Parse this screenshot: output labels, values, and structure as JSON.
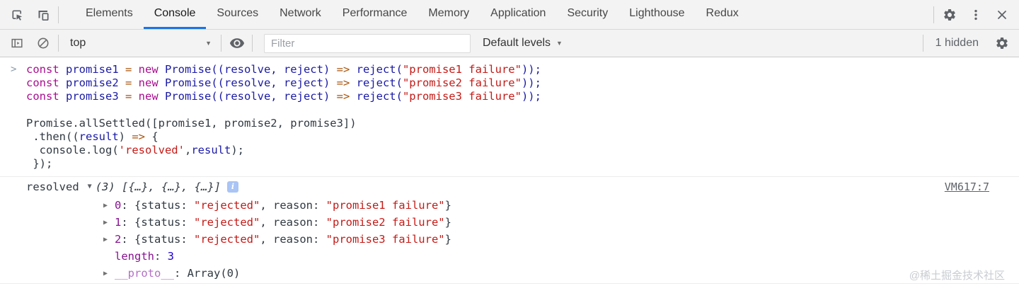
{
  "colors": {
    "accent_blue": "#1a73e8",
    "keyword": "#aa0d91",
    "variable": "#1a1aa6",
    "operator": "#a8550d",
    "string": "#c41a16",
    "plain": "#303942",
    "property": "#881391",
    "property_dim": "#b56fc7",
    "number": "#1c00cf",
    "info_badge_bg": "#a9c4f5",
    "toolbar_bg": "#f3f3f3",
    "icon_gray": "#5f6368"
  },
  "glyphs": {
    "prompt": ">",
    "caret_down": "▼",
    "caret_right": "▶",
    "dropdown_caret": "▼"
  },
  "tabbar": {
    "tabs": [
      "Elements",
      "Console",
      "Sources",
      "Network",
      "Performance",
      "Memory",
      "Application",
      "Security",
      "Lighthouse",
      "Redux"
    ],
    "active": "Console"
  },
  "toolbar": {
    "context_selector": "top",
    "filter_placeholder": "Filter",
    "levels_label": "Default levels",
    "hidden_label": "1 hidden"
  },
  "console": {
    "code_lines": [
      {
        "tokens": [
          {
            "c": "kw",
            "t": "const"
          },
          {
            "c": "var",
            "t": " promise1 "
          },
          {
            "c": "op",
            "t": "="
          },
          {
            "c": "kw",
            "t": " new"
          },
          {
            "c": "var",
            "t": " Promise((resolve, reject) "
          },
          {
            "c": "op",
            "t": "=>"
          },
          {
            "c": "var",
            "t": " reject("
          },
          {
            "c": "str",
            "t": "\"promise1 failure\""
          },
          {
            "c": "var",
            "t": "));"
          }
        ]
      },
      {
        "tokens": [
          {
            "c": "kw",
            "t": "const"
          },
          {
            "c": "var",
            "t": " promise2 "
          },
          {
            "c": "op",
            "t": "="
          },
          {
            "c": "kw",
            "t": " new"
          },
          {
            "c": "var",
            "t": " Promise((resolve, reject) "
          },
          {
            "c": "op",
            "t": "=>"
          },
          {
            "c": "var",
            "t": " reject("
          },
          {
            "c": "str",
            "t": "\"promise2 failure\""
          },
          {
            "c": "var",
            "t": "));"
          }
        ]
      },
      {
        "tokens": [
          {
            "c": "kw",
            "t": "const"
          },
          {
            "c": "var",
            "t": " promise3 "
          },
          {
            "c": "op",
            "t": "="
          },
          {
            "c": "kw",
            "t": " new"
          },
          {
            "c": "var",
            "t": " Promise((resolve, reject) "
          },
          {
            "c": "op",
            "t": "=>"
          },
          {
            "c": "var",
            "t": " reject("
          },
          {
            "c": "str",
            "t": "\"promise3 failure\""
          },
          {
            "c": "var",
            "t": "));"
          }
        ]
      },
      {
        "tokens": []
      },
      {
        "tokens": [
          {
            "c": "pl",
            "t": "Promise.allSettled([promise1, promise2, promise3])"
          }
        ]
      },
      {
        "tokens": [
          {
            "c": "pl",
            "t": " .then(("
          },
          {
            "c": "var",
            "t": "result"
          },
          {
            "c": "pl",
            "t": ") "
          },
          {
            "c": "op",
            "t": "=>"
          },
          {
            "c": "pl",
            "t": " {"
          }
        ]
      },
      {
        "tokens": [
          {
            "c": "pl",
            "t": "  console.log("
          },
          {
            "c": "str",
            "t": "'resolved'"
          },
          {
            "c": "pl",
            "t": ","
          },
          {
            "c": "var",
            "t": "result"
          },
          {
            "c": "pl",
            "t": ");"
          }
        ]
      },
      {
        "tokens": [
          {
            "c": "pl",
            "t": " });"
          }
        ]
      }
    ],
    "result": {
      "label": "resolved",
      "preview": "(3) [{…}, {…}, {…}]",
      "info_badge": "i",
      "source_link": "VM617:7",
      "children": [
        {
          "expandable": true,
          "key": "0",
          "key_style": "key",
          "tokens": [
            {
              "c": "pl",
              "t": ": {status: "
            },
            {
              "c": "str",
              "t": "\"rejected\""
            },
            {
              "c": "pl",
              "t": ", reason: "
            },
            {
              "c": "str",
              "t": "\"promise1 failure\""
            },
            {
              "c": "pl",
              "t": "}"
            }
          ]
        },
        {
          "expandable": true,
          "key": "1",
          "key_style": "key",
          "tokens": [
            {
              "c": "pl",
              "t": ": {status: "
            },
            {
              "c": "str",
              "t": "\"rejected\""
            },
            {
              "c": "pl",
              "t": ", reason: "
            },
            {
              "c": "str",
              "t": "\"promise2 failure\""
            },
            {
              "c": "pl",
              "t": "}"
            }
          ]
        },
        {
          "expandable": true,
          "key": "2",
          "key_style": "key",
          "tokens": [
            {
              "c": "pl",
              "t": ": {status: "
            },
            {
              "c": "str",
              "t": "\"rejected\""
            },
            {
              "c": "pl",
              "t": ", reason: "
            },
            {
              "c": "str",
              "t": "\"promise3 failure\""
            },
            {
              "c": "pl",
              "t": "}"
            }
          ]
        },
        {
          "expandable": false,
          "key": "length",
          "key_style": "key",
          "tokens": [
            {
              "c": "pl",
              "t": ": "
            },
            {
              "c": "num",
              "t": "3"
            }
          ]
        },
        {
          "expandable": true,
          "key": "__proto__",
          "key_style": "keydim",
          "tokens": [
            {
              "c": "pl",
              "t": ": Array(0)"
            }
          ]
        }
      ]
    }
  },
  "watermark": "@稀土掘金技术社区"
}
